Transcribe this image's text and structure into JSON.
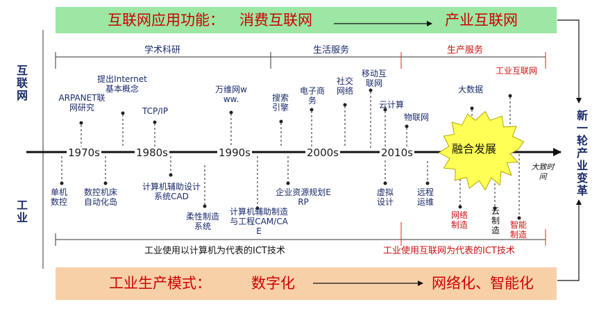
{
  "top_banner": {
    "label": "互联网应用功能：",
    "from": "消费互联网",
    "to": "产业互联网"
  },
  "bottom_banner": {
    "label": "工业生产模式：",
    "from": "数字化",
    "to": "网络化、智能化"
  },
  "side_labels": {
    "internet": "互联网",
    "industry": "工业",
    "result": "新一轮产业变革"
  },
  "internet_phases": {
    "academic": "学术科研",
    "life": "生活服务",
    "production": "生产服务"
  },
  "timeline": {
    "ticks": [
      "1970s",
      "1980s",
      "1990s",
      "2000s",
      "2010s"
    ],
    "fusion": "融合发展",
    "future": "大致时间"
  },
  "internet_events": {
    "arpanet": "ARPANET联网研究",
    "internet_concept": "提出Internet基本概念",
    "tcpip": "TCP/IP",
    "www": "万维网www.",
    "search": "搜索引擎",
    "ecommerce": "电子商务",
    "social": "社交网络",
    "mobile": "移动互联网",
    "cloud": "云计算",
    "iot": "物联网",
    "bigdata": "大数据",
    "industrial_internet": "工业互联网"
  },
  "industry_events": {
    "nc": "单机数控",
    "cnc": "数控机床自动化岛",
    "cad": "计算机辅助设计系统CAD",
    "fms": "柔性制造系统",
    "cam": "计算机辅助制造与工程CAM/CAE",
    "erp": "企业资源规划ERP",
    "virtual": "虚拟设计",
    "remote": "远程运维",
    "network_mfg": "网络制造",
    "cloud_mfg": "云制造",
    "smart_mfg": "智能制造"
  },
  "ict_labels": {
    "computer": "工业使用以计算机为代表的ICT技术",
    "internet": "工业使用互联网为代表的ICT技术"
  }
}
